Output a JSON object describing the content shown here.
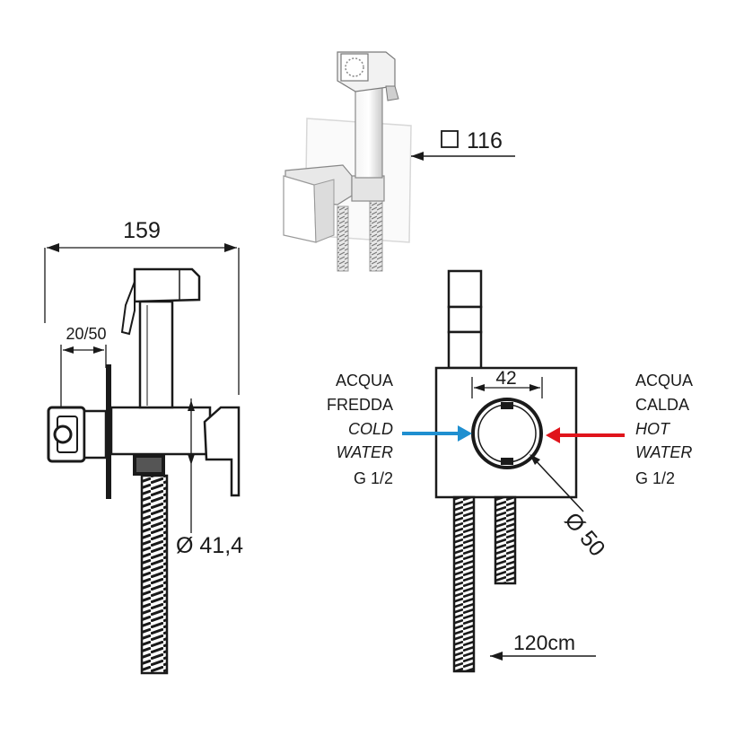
{
  "top_dimension": {
    "symbol": "□",
    "value": "116"
  },
  "left_view": {
    "width_label": "159",
    "offset_label": "20/50",
    "diameter_label": "Ø 41,4"
  },
  "right_view": {
    "plate_width_label": "42",
    "diameter_label": "Ø 50",
    "hose_length_label": "120cm",
    "cold_inlet": {
      "line1": "ACQUA",
      "line2": "FREDDA",
      "line3": "COLD",
      "line4": "WATER",
      "thread": "G 1/2",
      "color": "#1f8fd0"
    },
    "hot_inlet": {
      "line1": "ACQUA",
      "line2": "CALDA",
      "line3": "HOT",
      "line4": "WATER",
      "thread": "G 1/2",
      "color": "#e0141b"
    }
  }
}
